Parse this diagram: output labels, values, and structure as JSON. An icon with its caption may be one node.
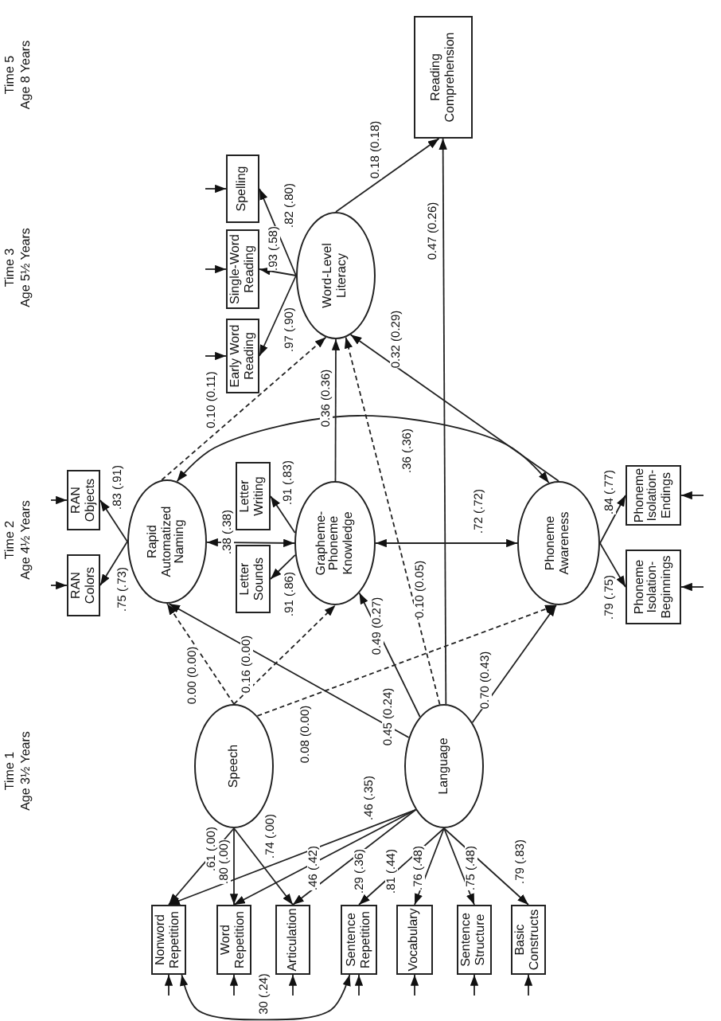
{
  "diagram": {
    "nodes": [
      {
        "text": [
          "Nonword Repetition"
        ]
      },
      {
        "text": [
          "Word Repetition"
        ]
      },
      {
        "text": [
          "Articulation"
        ]
      },
      {
        "text": [
          "Sentence Repetition"
        ]
      },
      {
        "text": [
          "Vocabulary"
        ]
      },
      {
        "text": [
          "Sentence Structure"
        ]
      },
      {
        "text": [
          "Basic Constructs"
        ]
      },
      {
        "text": [
          "Speech"
        ]
      },
      {
        "text": [
          "Language"
        ]
      },
      {
        "text": [
          "RAN Colors"
        ]
      },
      {
        "text": [
          "RAN Objects"
        ]
      },
      {
        "text": [
          "Rapid Automatized Naming"
        ]
      },
      {
        "text": [
          "Letter Sounds"
        ]
      },
      {
        "text": [
          "Letter Writing"
        ]
      },
      {
        "text": [
          "Grapheme-Phoneme Knowledge"
        ]
      },
      {
        "text": [
          "Phoneme Awareness"
        ]
      },
      {
        "text": [
          "Phoneme Isolation-Beginnings"
        ]
      },
      {
        "text": [
          "Phoneme Isolation-Endings"
        ]
      },
      {
        "text": [
          "Early Word Reading"
        ]
      },
      {
        "text": [
          "Single-Word Reading"
        ]
      },
      {
        "text": [
          "Spelling"
        ]
      },
      {
        "text": [
          "Word-Level Literacy"
        ]
      },
      {
        "text": [
          "Reading Comprehension"
        ]
      }
    ],
    "edges": [
      {
        "from": 7,
        "to": 0,
        "arrow": "to",
        "label": ".61 (.00)"
      },
      {
        "from": 7,
        "to": 1,
        "arrow": "to",
        "label": ".80 (.00)"
      },
      {
        "from": 7,
        "to": 2,
        "arrow": "to",
        "label": ".74 (.00)"
      },
      {
        "from": 8,
        "to": 0,
        "arrow": "to",
        "label": ".46 (.35)"
      },
      {
        "from": 8,
        "to": 1,
        "arrow": "to",
        "label": ".46 (.42)"
      },
      {
        "from": 8,
        "to": 2,
        "arrow": "to",
        "label": ".29 (.36)"
      },
      {
        "from": 8,
        "to": 3,
        "arrow": "to",
        "label": ".81 (.44)"
      },
      {
        "from": 8,
        "to": 4,
        "arrow": "to",
        "label": ".76 (.48)"
      },
      {
        "from": 8,
        "to": 5,
        "arrow": "to",
        "label": ".75 (.48)"
      },
      {
        "from": 8,
        "to": 6,
        "arrow": "to",
        "label": ".79 (.83)"
      },
      {
        "from": 0,
        "to": 3,
        "arrow": "both",
        "label": "30 (.24)"
      },
      {
        "from": null,
        "to": 0,
        "arrow": "to"
      },
      {
        "from": null,
        "to": 1,
        "arrow": "to"
      },
      {
        "from": null,
        "to": 2,
        "arrow": "to"
      },
      {
        "from": null,
        "to": 3,
        "arrow": "to"
      },
      {
        "from": null,
        "to": 4,
        "arrow": "to"
      },
      {
        "from": null,
        "to": 5,
        "arrow": "to"
      },
      {
        "from": null,
        "to": 6,
        "arrow": "to"
      },
      {
        "from": 7,
        "to": 11,
        "arrow": "to",
        "style": "dashed",
        "label": "0.00 (0.00)"
      },
      {
        "from": 7,
        "to": 14,
        "arrow": "to",
        "style": "dashed",
        "label": "0.16 (0.00)"
      },
      {
        "from": 7,
        "to": 15,
        "arrow": "to",
        "style": "dashed",
        "label": "0.08 (0.00)"
      },
      {
        "from": 8,
        "to": 11,
        "arrow": "to",
        "label": "0.45 (0.24)"
      },
      {
        "from": 8,
        "to": 14,
        "arrow": "to",
        "label": "0.49 (0.27)"
      },
      {
        "from": 8,
        "to": 15,
        "arrow": "to",
        "label": "0.70 (0.43)"
      },
      {
        "from": 8,
        "to": 21,
        "arrow": "to",
        "style": "dashed",
        "label": "0.10 (0.05)"
      },
      {
        "from": 8,
        "to": 22,
        "arrow": "to",
        "label": "0.47 (0.26)"
      },
      {
        "from": 11,
        "to": 9,
        "arrow": "to",
        "label": ".75 (.73)"
      },
      {
        "from": 11,
        "to": 10,
        "arrow": "to",
        "label": ".83 (.91)"
      },
      {
        "from": 14,
        "to": 12,
        "arrow": "to",
        "label": ".91 (.86)"
      },
      {
        "from": 14,
        "to": 13,
        "arrow": "to",
        "label": ".91 (.83)"
      },
      {
        "from": 15,
        "to": 16,
        "arrow": "to",
        "label": ".79 (.75)"
      },
      {
        "from": 15,
        "to": 17,
        "arrow": "to",
        "label": ".84 (.77)"
      },
      {
        "from": 11,
        "to": 14,
        "arrow": "both",
        "label": ".38 (.38)"
      },
      {
        "from": 14,
        "to": 15,
        "arrow": "both",
        "label": ".72 (.72)"
      },
      {
        "from": 11,
        "to": 15,
        "arrow": "both",
        "label": ".36 (.36)"
      },
      {
        "from": null,
        "to": 9,
        "arrow": "to"
      },
      {
        "from": null,
        "to": 10,
        "arrow": "to"
      },
      {
        "from": null,
        "to": 16,
        "arrow": "to"
      },
      {
        "from": null,
        "to": 17,
        "arrow": "to"
      },
      {
        "from": 11,
        "to": 21,
        "arrow": "to",
        "style": "dashed",
        "label": "0.10 (0.11)"
      },
      {
        "from": 14,
        "to": 21,
        "arrow": "to",
        "label": "0.36 (0.36)"
      },
      {
        "from": 15,
        "to": 21,
        "arrow": "to",
        "label": "0.32 (0.29)"
      },
      {
        "from": 21,
        "to": 18,
        "arrow": "to",
        "label": ".97 (.90)"
      },
      {
        "from": 21,
        "to": 19,
        "arrow": "to",
        "label": ".93 (.58)"
      },
      {
        "from": 21,
        "to": 20,
        "arrow": "to",
        "label": ".82 (.80)"
      },
      {
        "from": null,
        "to": 18,
        "arrow": "to"
      },
      {
        "from": null,
        "to": 19,
        "arrow": "to"
      },
      {
        "from": null,
        "to": 20,
        "arrow": "to"
      },
      {
        "from": 21,
        "to": 22,
        "arrow": "to",
        "label": "0.18 (0.18)"
      }
    ],
    "labels": [
      "Time 1",
      "Age 3½ Years",
      "Time 2",
      "Age 4½ Years",
      "Time 3",
      "Age 5½ Years",
      "Time 5",
      "Age 8 Years"
    ]
  }
}
